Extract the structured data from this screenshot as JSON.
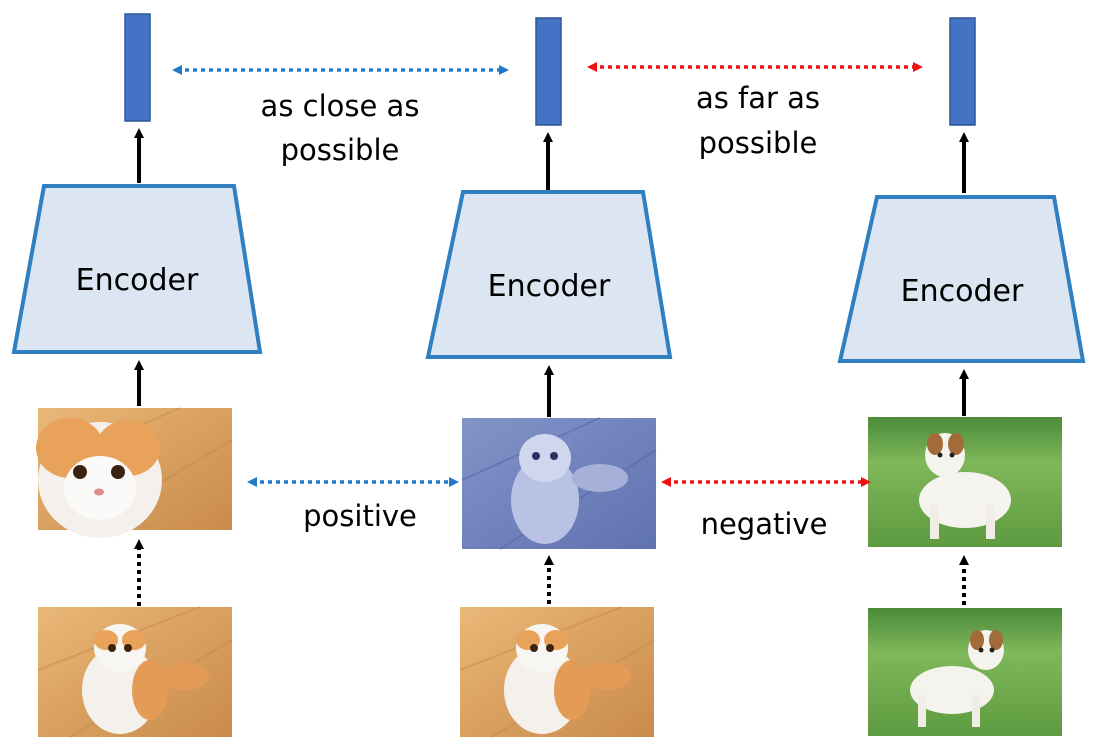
{
  "encoders": [
    {
      "label": "Encoder"
    },
    {
      "label": "Encoder"
    },
    {
      "label": "Encoder"
    }
  ],
  "relations": {
    "top_left": [
      "as close as",
      "possible"
    ],
    "top_right": [
      "as far as",
      "possible"
    ],
    "bottom_left": "positive",
    "bottom_right": "negative"
  },
  "images": {
    "originals": [
      "cat-photo",
      "cat-photo",
      "dog-photo"
    ],
    "augmented": [
      "cat-crop-photo",
      "cat-blue-tinted-photo",
      "dog-augmented-photo"
    ]
  },
  "colors": {
    "encoder_fill": "#dce6f2",
    "encoder_stroke": "#2f7fc1",
    "embedding": "#4472c4",
    "positive_arrow": "#1f78c8",
    "negative_arrow": "#ee1111"
  }
}
